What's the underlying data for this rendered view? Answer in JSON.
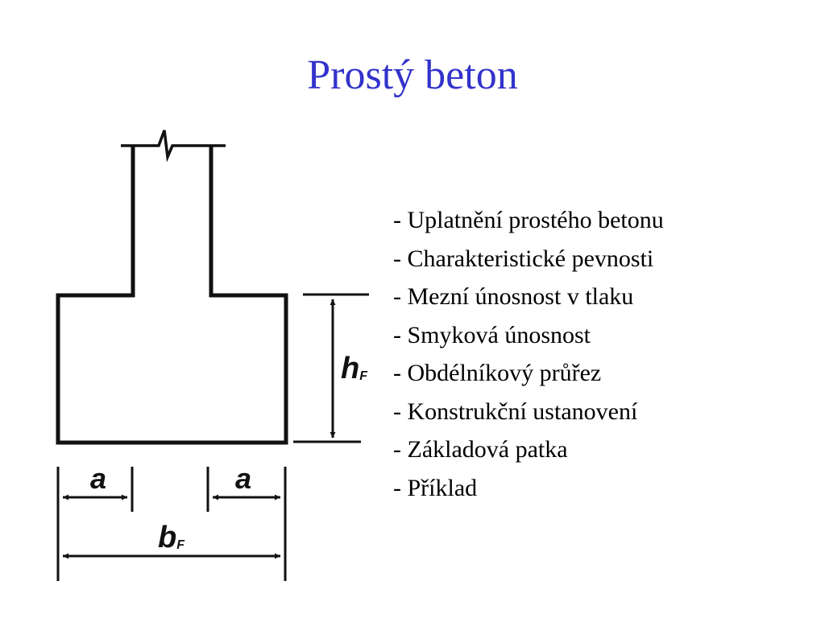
{
  "slide": {
    "title": "Prostý beton",
    "bullets": [
      "- Uplatnění prostého betonu",
      "- Charakteristické pevnosti",
      "- Mezní únosnost v tlaku",
      "- Smyková únosnost",
      "- Obdélníkový průřez",
      "- Konstrukční ustanovení",
      "- Základová patka",
      "- Příklad"
    ]
  },
  "diagram": {
    "labels": {
      "height": "h",
      "height_sub": "F",
      "offset_left": "a",
      "offset_right": "a",
      "width": "b",
      "width_sub": "F"
    }
  },
  "colors": {
    "title": "#3333cc",
    "text": "#000000",
    "lines": "#111111"
  }
}
